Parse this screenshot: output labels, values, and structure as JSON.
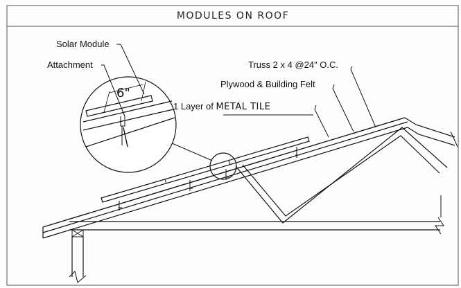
{
  "title": "MODULES ON ROOF",
  "labels": {
    "solar_module": "Solar Module",
    "attachment": "Attachment",
    "truss": "Truss  2 x 4 @24\" O.C.",
    "plywood": "Plywood & Building Felt",
    "layer_prefix": "1 Layer of",
    "metal_tile": "METAL TILE",
    "dimension": "6\""
  },
  "colors": {
    "line": "#111111",
    "frame": "#555555"
  }
}
